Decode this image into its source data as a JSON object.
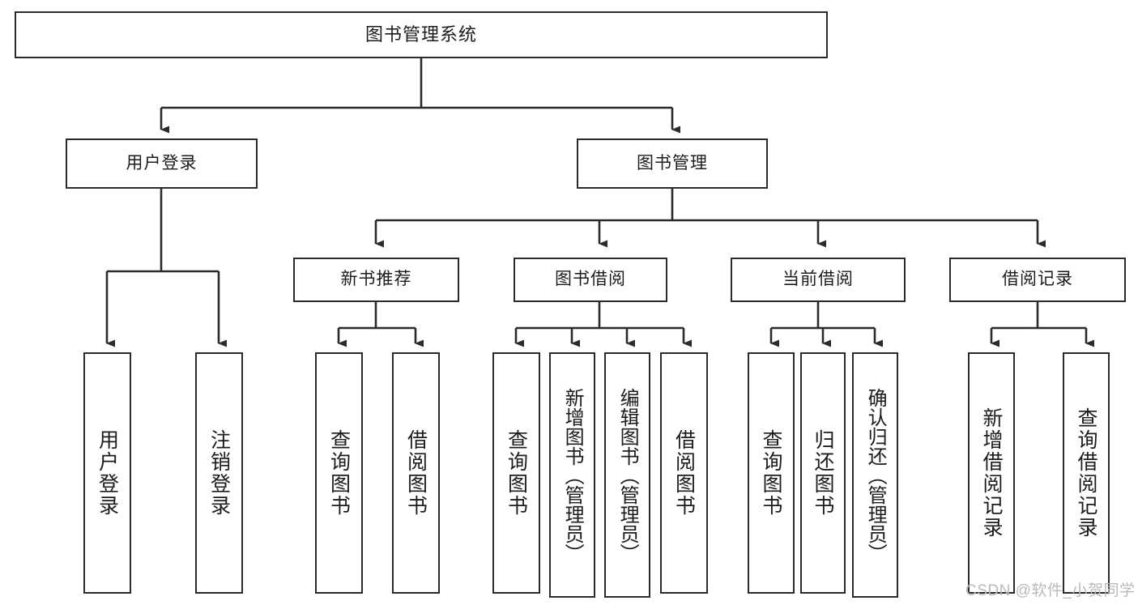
{
  "diagram": {
    "title": "图书管理系统",
    "type": "tree-hierarchy",
    "watermark": "CSDN @软件_小贺同学",
    "colors": {
      "background": "#ffffff",
      "box_border": "#2b2b2b",
      "box_fill": "#ffffff",
      "text": "#1c1c1c",
      "connector": "#2b2b2b",
      "watermark": "#b9b9b9"
    },
    "levels": {
      "root": {
        "label": "图书管理系统"
      },
      "level2": [
        {
          "label": "用户登录"
        },
        {
          "label": "图书管理"
        }
      ],
      "level3": [
        {
          "label": "新书推荐"
        },
        {
          "label": "图书借阅"
        },
        {
          "label": "当前借阅"
        },
        {
          "label": "借阅记录"
        }
      ],
      "leaves": [
        {
          "label": "用户登录",
          "parent": "用户登录"
        },
        {
          "label": "注销登录",
          "parent": "用户登录"
        },
        {
          "label": "查询图书",
          "parent": "新书推荐"
        },
        {
          "label": "借阅图书",
          "parent": "新书推荐"
        },
        {
          "label": "查询图书",
          "parent": "图书借阅"
        },
        {
          "label": "新增图书（管理员）",
          "parent": "图书借阅"
        },
        {
          "label": "编辑图书（管理员）",
          "parent": "图书借阅"
        },
        {
          "label": "借阅图书",
          "parent": "图书借阅"
        },
        {
          "label": "查询图书",
          "parent": "当前借阅"
        },
        {
          "label": "归还图书",
          "parent": "当前借阅"
        },
        {
          "label": "确认归还（管理员）",
          "parent": "当前借阅"
        },
        {
          "label": "新增借阅记录",
          "parent": "借阅记录"
        },
        {
          "label": "查询借阅记录",
          "parent": "借阅记录"
        }
      ]
    }
  }
}
